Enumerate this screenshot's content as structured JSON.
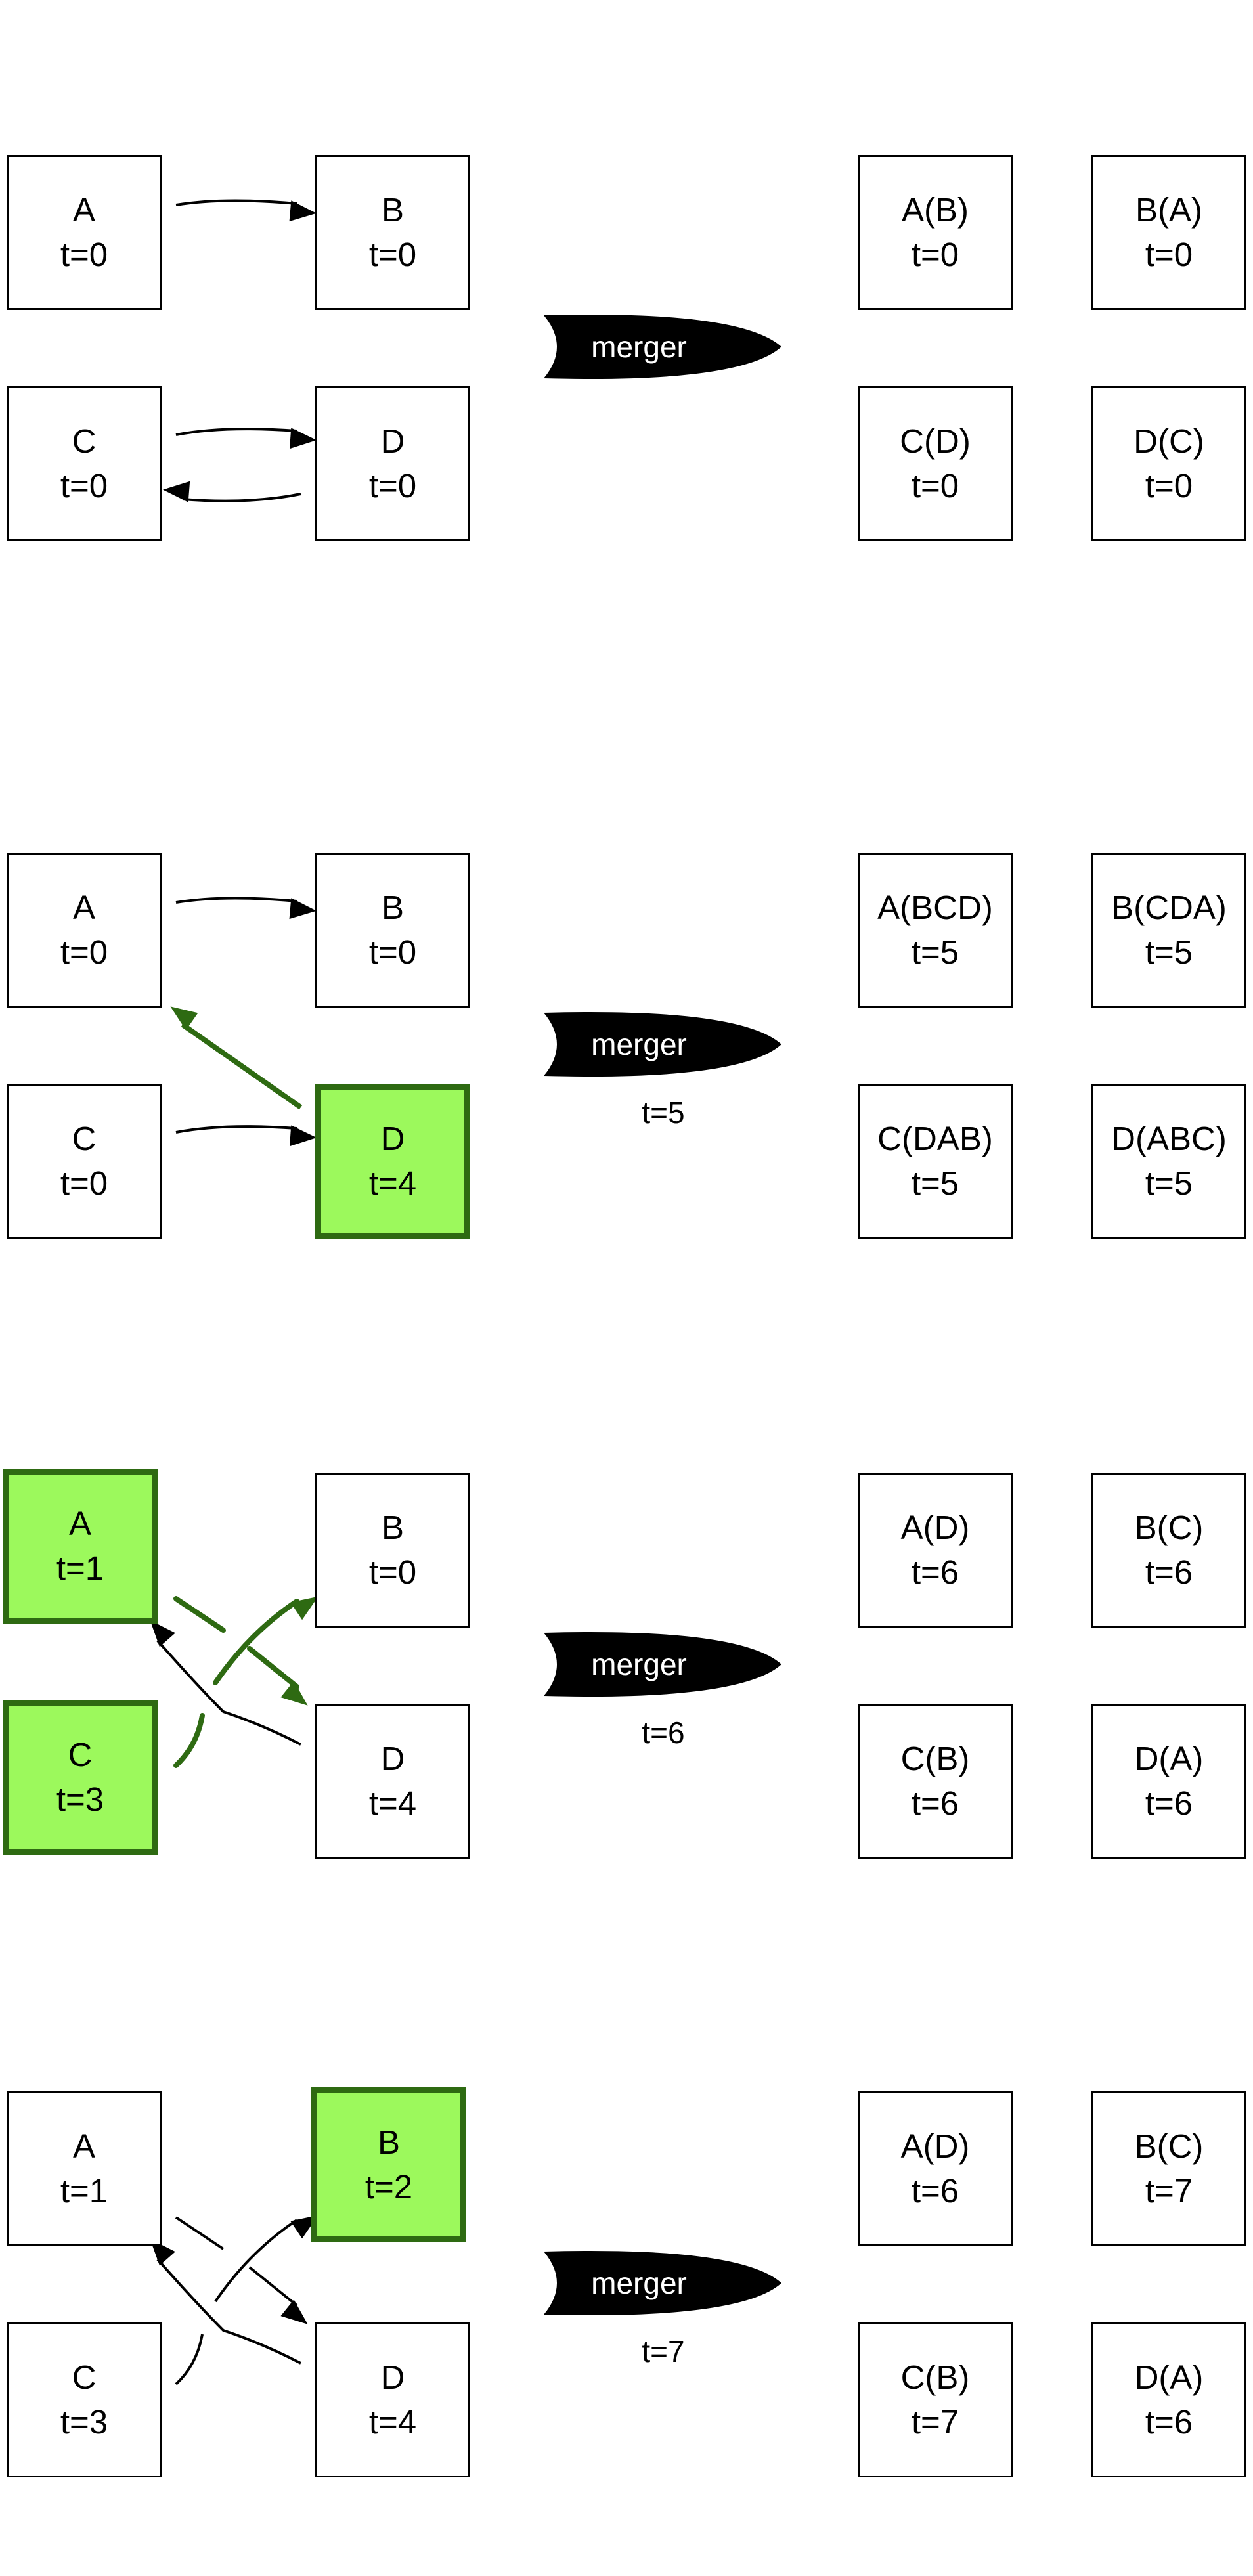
{
  "panels": [
    {
      "left": [
        {
          "name": "A",
          "t": "t=0",
          "highlight": false
        },
        {
          "name": "B",
          "t": "t=0",
          "highlight": false
        },
        {
          "name": "C",
          "t": "t=0",
          "highlight": false
        },
        {
          "name": "D",
          "t": "t=0",
          "highlight": true
        }
      ],
      "merger": "merger",
      "time": "",
      "right": [
        {
          "name": "A(B)",
          "t": "t=0"
        },
        {
          "name": "B(A)",
          "t": "t=0"
        },
        {
          "name": "C(D)",
          "t": "t=0"
        },
        {
          "name": "D(C)",
          "t": "t=0"
        }
      ]
    },
    {
      "left": [
        {
          "name": "A",
          "t": "t=0",
          "highlight": false
        },
        {
          "name": "B",
          "t": "t=0",
          "highlight": false
        },
        {
          "name": "C",
          "t": "t=0",
          "highlight": false
        },
        {
          "name": "D",
          "t": "t=4",
          "highlight": true
        }
      ],
      "merger": "merger",
      "time": "t=5",
      "right": [
        {
          "name": "A(BCD)",
          "t": "t=5"
        },
        {
          "name": "B(CDA)",
          "t": "t=5"
        },
        {
          "name": "C(DAB)",
          "t": "t=5"
        },
        {
          "name": "D(ABC)",
          "t": "t=5"
        }
      ]
    },
    {
      "left": [
        {
          "name": "A",
          "t": "t=1",
          "highlight": true
        },
        {
          "name": "B",
          "t": "t=0",
          "highlight": false
        },
        {
          "name": "C",
          "t": "t=3",
          "highlight": true
        },
        {
          "name": "D",
          "t": "t=4",
          "highlight": false
        }
      ],
      "merger": "merger",
      "time": "t=6",
      "right": [
        {
          "name": "A(D)",
          "t": "t=6"
        },
        {
          "name": "B(C)",
          "t": "t=6"
        },
        {
          "name": "C(B)",
          "t": "t=6"
        },
        {
          "name": "D(A)",
          "t": "t=6"
        }
      ]
    },
    {
      "left": [
        {
          "name": "A",
          "t": "t=1",
          "highlight": false
        },
        {
          "name": "B",
          "t": "t=2",
          "highlight": true
        },
        {
          "name": "C",
          "t": "t=3",
          "highlight": false
        },
        {
          "name": "D",
          "t": "t=4",
          "highlight": false
        }
      ],
      "merger": "merger",
      "time": "t=7",
      "right": [
        {
          "name": "A(D)",
          "t": "t=6"
        },
        {
          "name": "B(C)",
          "t": "t=7"
        },
        {
          "name": "C(B)",
          "t": "t=7"
        },
        {
          "name": "D(A)",
          "t": "t=6"
        }
      ]
    }
  ]
}
